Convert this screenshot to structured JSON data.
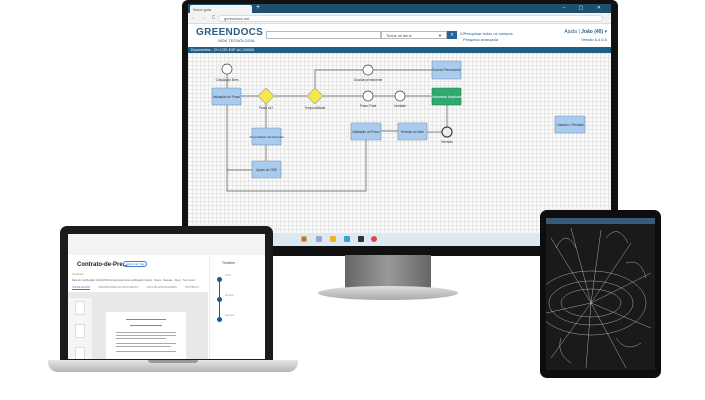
{
  "monitor": {
    "browser": {
      "tab_title": "Nova guia",
      "new_tab": "+",
      "window_controls": "–  ▢  ✕",
      "nav": "← → C",
      "url": "greendocs.net"
    },
    "header": {
      "logo_green": "GREEN",
      "logo_docs": "DOCS",
      "logo_sub": "WDK TECNOLOGIA",
      "search_value": "",
      "scope": "Todos os itens",
      "search_icon": "search-icon",
      "check_label": "Pesquisar todos os campos",
      "advanced": "Pesquisa avançada",
      "help": "Ajuda",
      "user": "João (40)",
      "version": "Versão 6.4.6.6"
    },
    "breadcrumb": "Documentos - CH-COE-ESP-AC-000001",
    "diagram": {
      "nodes": {
        "start": "Criação do Bem",
        "val1": "Validação do Prazo",
        "prazo_ok": "Prazo ok?",
        "temporalidade": "Temporalidade",
        "guarda_circle": "Guarda permanente",
        "guarda_box": "Guarda Permanente",
        "arquivado": "Documento Arquivado",
        "prazo_final": "Prazo Final",
        "unidade": "Unidade",
        "revisao": "Revisão",
        "revisao_bem": "Revisão do Bem",
        "val2": "Validação do Prazo",
        "temp_nao": "Temporalidade não informada",
        "ajuste": "Ajuste do GBS",
        "cadastro": "Cadastro / Revisão"
      },
      "colors": {
        "task": "#a9cbee",
        "decision": "#f5e94a",
        "done": "#2eaa6e"
      }
    },
    "taskbar": [
      "chrome-icon",
      "paint-icon",
      "folder-icon",
      "app-icon",
      "device-icon",
      "firefox-icon"
    ]
  },
  "laptop": {
    "title": "Contrato-de-Pre...",
    "badge": "Adicionar Tag",
    "subtitle": "Contrato",
    "meta": "Data de modificação: 16/10/2020  Responsável pela modificação: Daniel · Status · Release · Fluxo · Sem prazo",
    "tabs": [
      "VISUALIZAÇÃO",
      "INFORMAÇÕES DO DOCUMENTO",
      "LISTA DE APROVADORES",
      "HISTÓRICO"
    ],
    "timeline": {
      "title": "Timeline",
      "steps": [
        "Draft",
        "Aprovar",
        "Release"
      ]
    }
  },
  "tablet": {
    "content": "technical-drawing"
  }
}
